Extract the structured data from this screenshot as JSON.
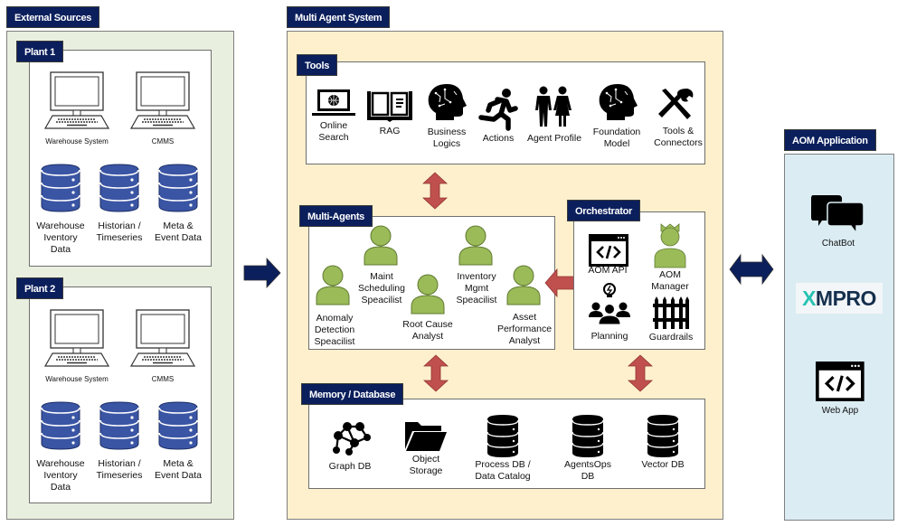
{
  "external_sources": {
    "title": "External Sources",
    "plants": [
      {
        "title": "Plant 1",
        "systems": [
          {
            "label": "Warehouse System",
            "icon": "computer-icon"
          },
          {
            "label": "CMMS",
            "icon": "computer-icon"
          }
        ],
        "databases": [
          {
            "label": "Warehouse\nIventory\nData",
            "icon": "database-icon"
          },
          {
            "label": "Historian /\nTimeseries",
            "icon": "database-icon"
          },
          {
            "label": "Meta &\nEvent Data",
            "icon": "database-icon"
          }
        ]
      },
      {
        "title": "Plant 2",
        "systems": [
          {
            "label": "Warehouse System",
            "icon": "computer-icon"
          },
          {
            "label": "CMMS",
            "icon": "computer-icon"
          }
        ],
        "databases": [
          {
            "label": "Warehouse\nIventory\nData",
            "icon": "database-icon"
          },
          {
            "label": "Historian /\nTimeseries",
            "icon": "database-icon"
          },
          {
            "label": "Meta &\nEvent Data",
            "icon": "database-icon"
          }
        ]
      }
    ]
  },
  "multi_agent_system": {
    "title": "Multi Agent System",
    "tools": {
      "title": "Tools",
      "items": [
        {
          "label": "Online\nSearch",
          "icon": "laptop-globe-icon"
        },
        {
          "label": "RAG",
          "icon": "book-icon"
        },
        {
          "label": "Business\nLogics",
          "icon": "brain-head-icon"
        },
        {
          "label": "Actions",
          "icon": "running-person-icon"
        },
        {
          "label": "Agent Profile",
          "icon": "people-icon"
        },
        {
          "label": "Foundation\nModel",
          "icon": "brain-head-icon"
        },
        {
          "label": "Tools &\nConnectors",
          "icon": "wrench-screwdriver-icon"
        }
      ]
    },
    "multi_agents": {
      "title": "Multi-Agents",
      "agents": [
        {
          "label": "Anomaly\nDetection\nSpeacilist"
        },
        {
          "label": "Maint\nScheduling\nSpeacilist"
        },
        {
          "label": "Root Cause\nAnalyst"
        },
        {
          "label": "Inventory\nMgmt\nSpeacilist"
        },
        {
          "label": "Asset\nPerformance\nAnalyst"
        }
      ]
    },
    "orchestrator": {
      "title": "Orchestrator",
      "items": [
        {
          "label": "AOM API",
          "icon": "code-window-icon"
        },
        {
          "label": "AOM\nManager",
          "icon": "crowned-person-icon"
        },
        {
          "label": "Planning",
          "icon": "team-idea-icon"
        },
        {
          "label": "Guardrails",
          "icon": "fence-icon"
        }
      ]
    },
    "memory": {
      "title": "Memory / Database",
      "items": [
        {
          "label": "Graph DB",
          "icon": "graph-network-icon"
        },
        {
          "label": "Object\nStorage",
          "icon": "folder-icon"
        },
        {
          "label": "Process DB /\nData Catalog",
          "icon": "database-icon"
        },
        {
          "label": "AgentsOps\nDB",
          "icon": "database-icon"
        },
        {
          "label": "Vector DB",
          "icon": "database-icon"
        }
      ]
    }
  },
  "aom_application": {
    "title": "AOM Application",
    "items": [
      {
        "label": "ChatBot",
        "icon": "chat-bubbles-icon"
      },
      {
        "label": "Web App",
        "icon": "code-window-icon"
      }
    ],
    "logo": {
      "text_x": "X",
      "text_rest": "MPRO"
    }
  },
  "colors": {
    "navy": "#0b1f5c",
    "external_bg": "#e9efdf",
    "mas_bg": "#fff0cd",
    "aom_bg": "#dbecf3",
    "agent_green": "#9bbb59",
    "db_blue": "#3a55a4",
    "arrow_red": "#c0504d",
    "logo_teal": "#27c3b3"
  }
}
